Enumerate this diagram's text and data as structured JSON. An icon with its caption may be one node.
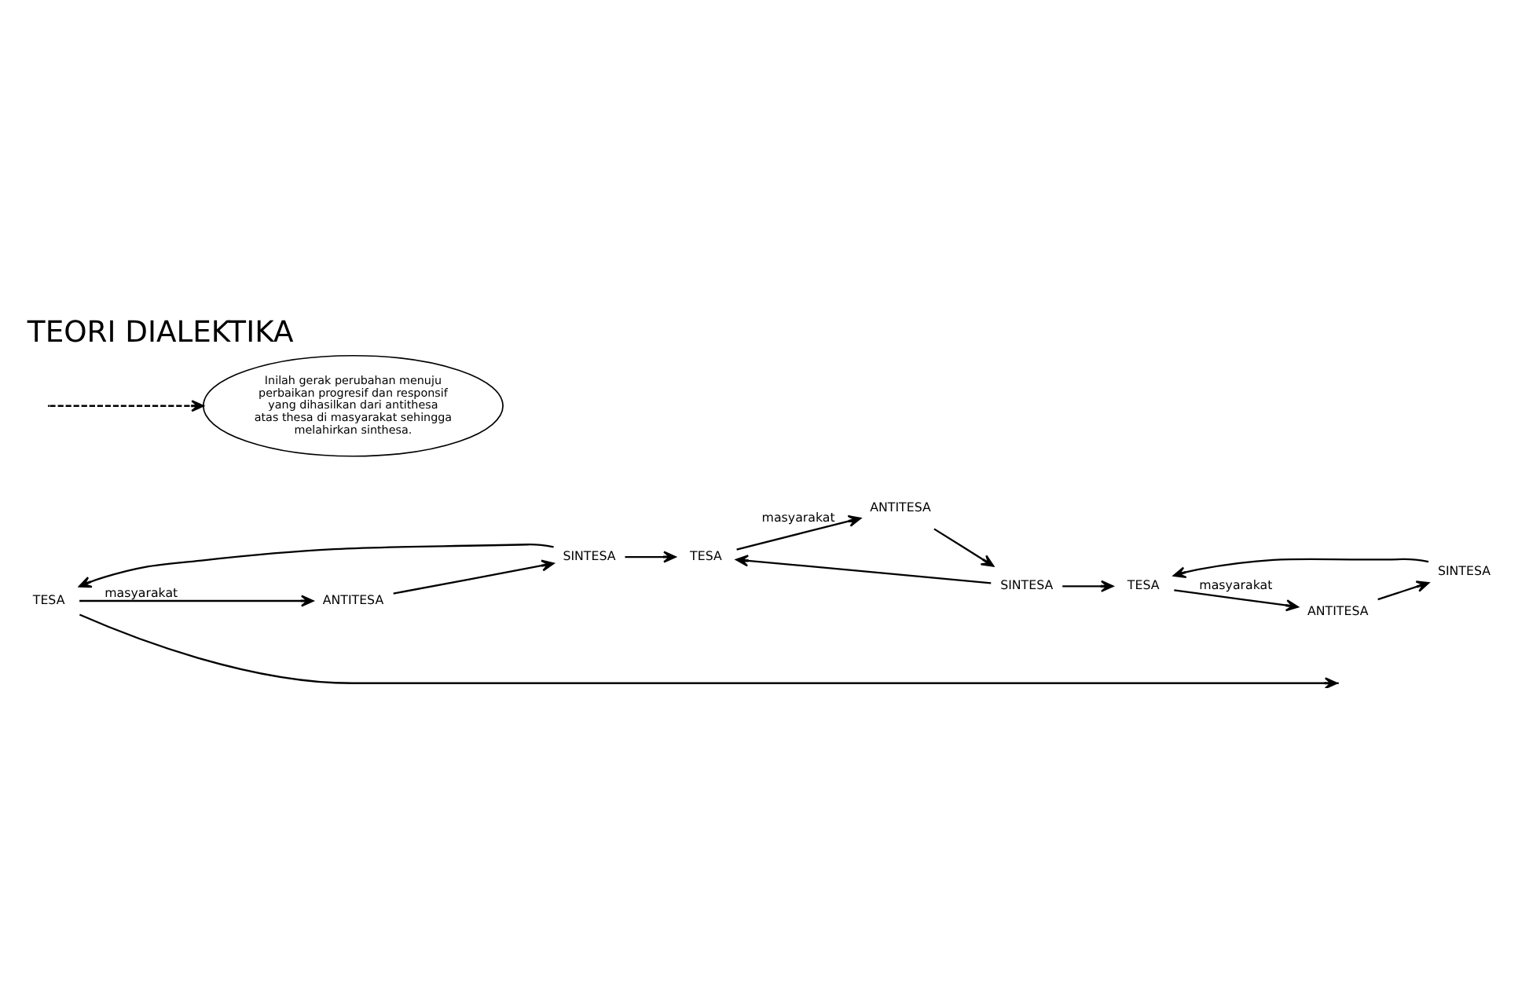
{
  "diagram": {
    "title": "TEORI DIALEKTIKA",
    "nodes": [
      {
        "text": [
          "TESA"
        ]
      },
      {
        "text": [
          "ANTITESA"
        ]
      },
      {
        "text": [
          "SINTESA"
        ]
      },
      {
        "text": [
          "TESA"
        ]
      },
      {
        "text": [
          "ANTITESA"
        ]
      },
      {
        "text": [
          "SINTESA"
        ]
      },
      {
        "text": [
          "TESA"
        ]
      },
      {
        "text": [
          "ANTITESA"
        ]
      },
      {
        "text": [
          "SINTESA"
        ]
      },
      {
        "text": [
          "Inilah gerak perubahan menuju perbaikan progresif dan responsif yang dihasilkan dari antithesa atas thesa di masyarakat sehingga melahirkan sinthesa."
        ]
      }
    ],
    "edges": [
      {
        "from": 0,
        "to": 1,
        "arrow": "to",
        "label": "masyarakat"
      },
      {
        "from": 1,
        "to": 2,
        "arrow": "to"
      },
      {
        "from": 2,
        "to": 0,
        "arrow": "to"
      },
      {
        "from": 2,
        "to": 3,
        "arrow": "to"
      },
      {
        "from": 3,
        "to": 4,
        "arrow": "to",
        "label": "masyarakat"
      },
      {
        "from": 4,
        "to": 5,
        "arrow": "to"
      },
      {
        "from": 5,
        "to": 3,
        "arrow": "to"
      },
      {
        "from": 5,
        "to": 6,
        "arrow": "to"
      },
      {
        "from": 6,
        "to": 7,
        "arrow": "to",
        "label": "masyarakat"
      },
      {
        "from": 7,
        "to": 8,
        "arrow": "to"
      },
      {
        "from": 8,
        "to": 6,
        "arrow": "to"
      },
      {
        "from": 0,
        "to": null,
        "arrow": "to"
      },
      {
        "from": null,
        "to": 9,
        "arrow": "to",
        "style": "dashed"
      }
    ]
  }
}
